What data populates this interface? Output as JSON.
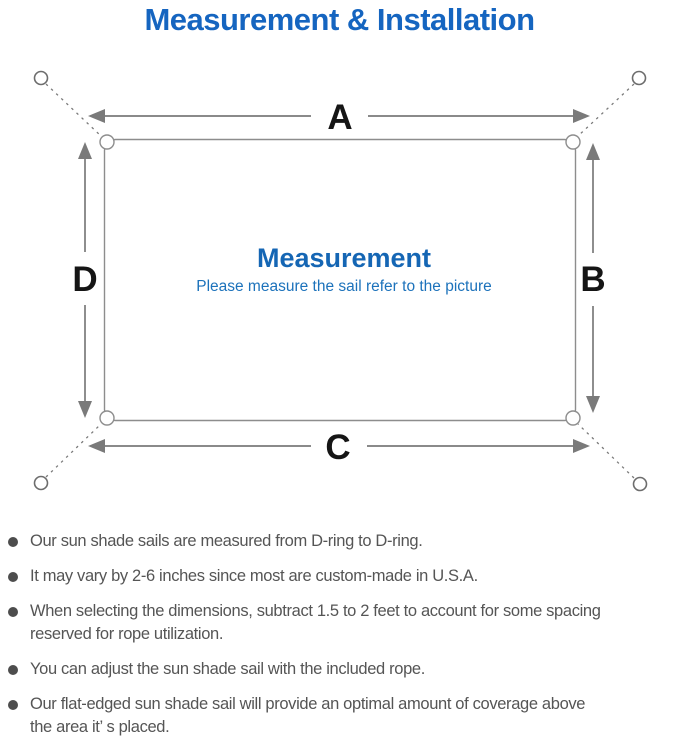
{
  "title": "Measurement & Installation",
  "diagram": {
    "labels": {
      "top": "A",
      "right": "B",
      "bottom": "C",
      "left": "D"
    },
    "center_title": "Measurement",
    "center_subtitle": "Please measure the sail refer to the picture",
    "colors": {
      "accent_blue": "#1566b4",
      "subtitle_blue": "#1c72bb",
      "line_gray": "#7a7a7a",
      "outline_gray": "#8d8d8d",
      "ring_gray": "#6d6d6d",
      "label_black": "#151515",
      "sail_fill": "#ffffff"
    }
  },
  "notes": {
    "bullets": [
      {
        "lines": [
          "Our sun shade sails are measured from D-ring to D-ring."
        ]
      },
      {
        "lines": [
          "It may vary by 2-6 inches since most are custom-made in U.S.A."
        ]
      },
      {
        "lines": [
          "When selecting the dimensions, subtract 1.5 to 2 feet to account for some spacing",
          "reserved for rope utilization."
        ]
      },
      {
        "lines": [
          "You can adjust the sun shade sail with the included rope."
        ]
      },
      {
        "lines": [
          "Our flat-edged sun shade sail will provide an optimal amount of coverage above",
          "the area it’ s placed."
        ]
      }
    ]
  }
}
